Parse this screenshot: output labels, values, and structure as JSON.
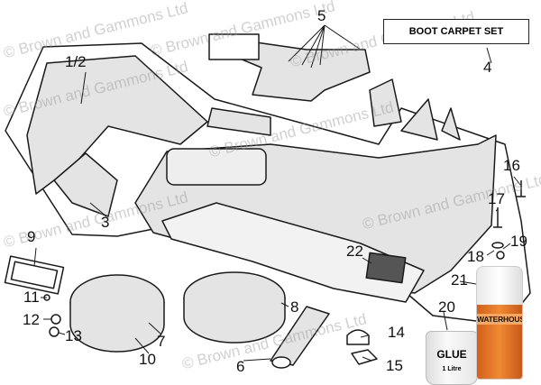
{
  "watermark": "© Brown and Gammons Ltd",
  "title_box": "BOOT CARPET SET",
  "glue": {
    "label": "GLUE",
    "volume": "1 Litre"
  },
  "spray_can": {
    "brand": "WATERHOUSE"
  },
  "callouts": {
    "c1_2": "1/2",
    "c3": "3",
    "c4": "4",
    "c5": "5",
    "c6": "6",
    "c7": "7",
    "c8": "8",
    "c9": "9",
    "c10": "10",
    "c11": "11",
    "c12": "12",
    "c13": "13",
    "c14": "14",
    "c15": "15",
    "c16": "16",
    "c17": "17",
    "c18": "18",
    "c19": "19",
    "c20": "20",
    "c21": "21",
    "c22": "22"
  },
  "colors": {
    "carpet": "#e4e4e4",
    "line": "#1a1a1a",
    "can_orange": "#f08a33"
  }
}
